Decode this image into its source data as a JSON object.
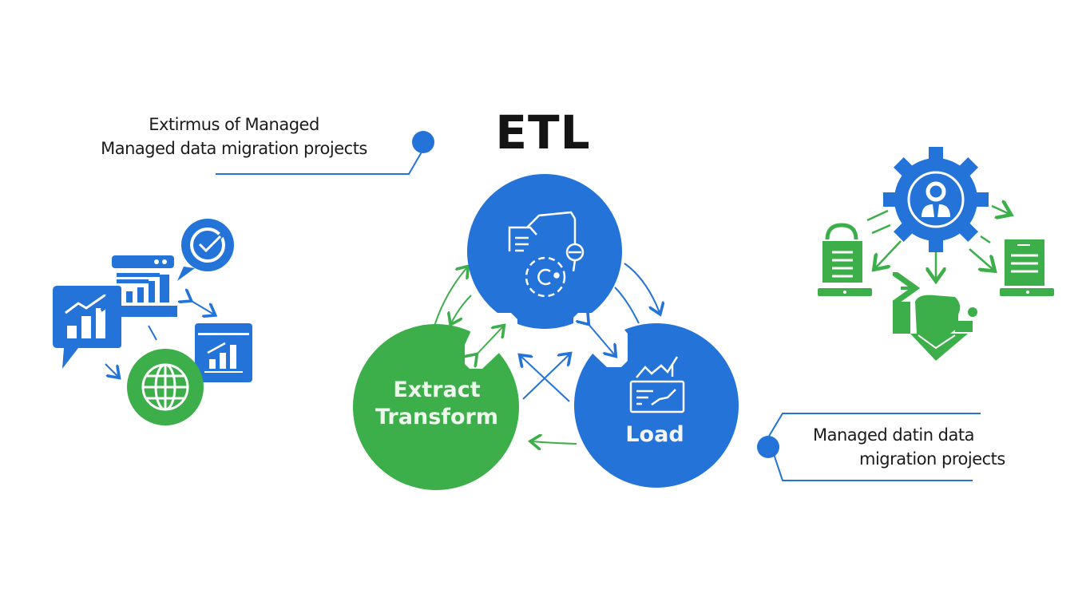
{
  "diagram": {
    "title": "ETL",
    "colors": {
      "blue": "#2473d8",
      "green": "#3cae4a",
      "text": "#1b1b1b"
    },
    "callout_top_left": {
      "line1": "Extirmus of Managed",
      "line2": "Managed data migration projects"
    },
    "callout_bottom_right": {
      "line1": "Managed datin data",
      "line2": "migration projects"
    },
    "nodes": [
      {
        "id": "top",
        "label": "",
        "icon": "data-document-cycle-icon",
        "color": "blue"
      },
      {
        "id": "extract",
        "label_line1": "Extract",
        "label_line2": "Transform",
        "color": "green"
      },
      {
        "id": "load",
        "label": "Load",
        "icon": "chart-dashboard-icon",
        "color": "blue"
      }
    ],
    "left_cluster_icons": [
      "chart-speech-bubble-icon",
      "dashboard-window-icon",
      "checkmark-bubble-icon",
      "bar-chart-window-icon",
      "globe-icon"
    ],
    "right_cluster_icons": [
      "gear-user-icon",
      "lock-laptop-icon",
      "clipboard-laptop-icon",
      "handshake-icon"
    ]
  }
}
